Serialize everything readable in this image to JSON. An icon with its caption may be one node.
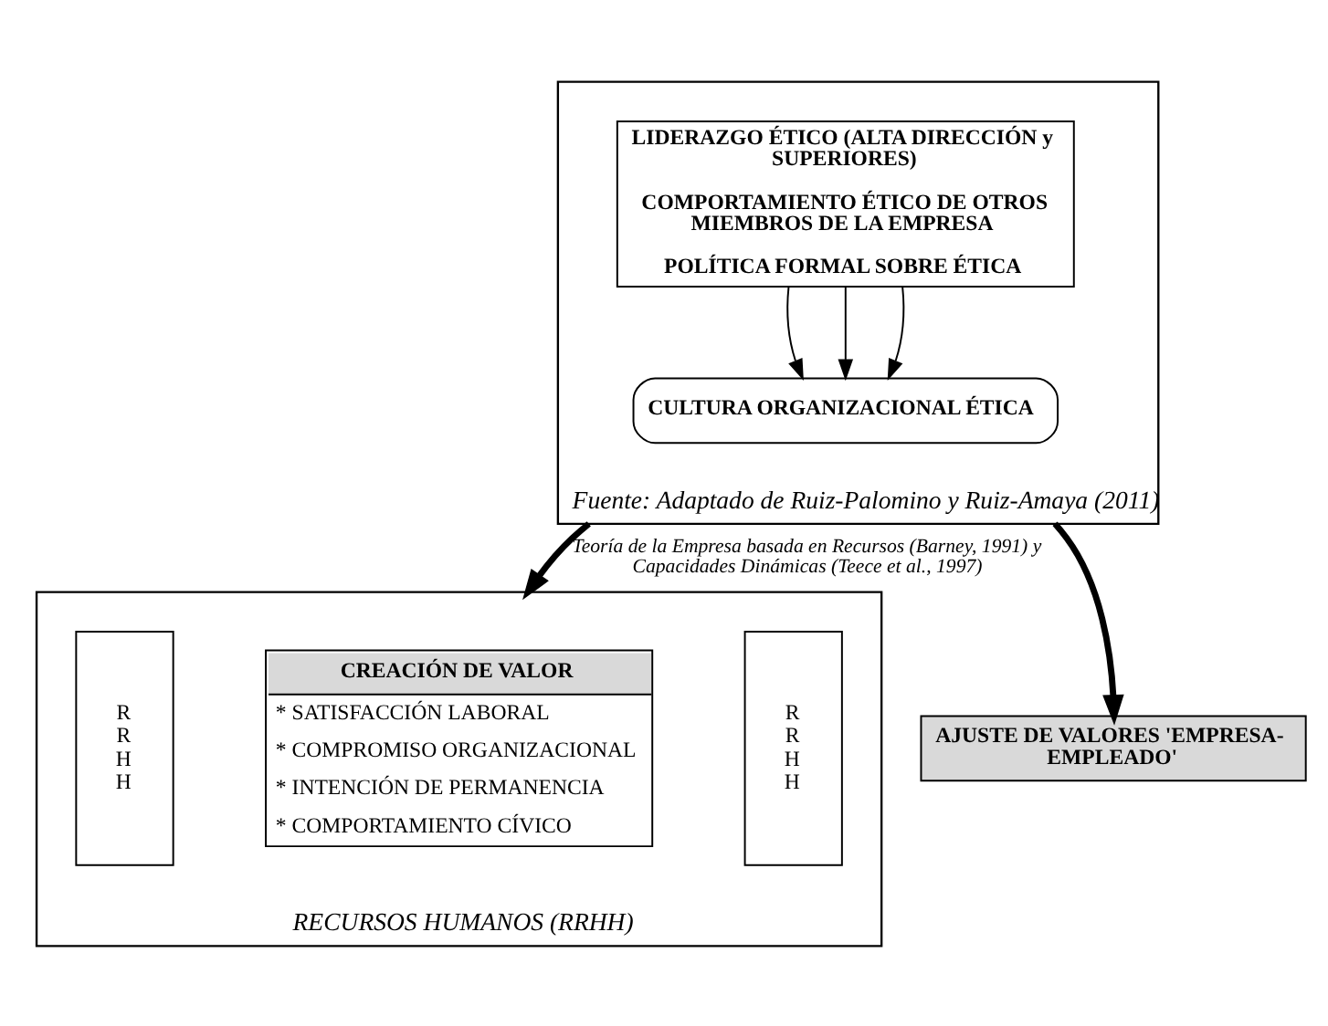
{
  "diagram": {
    "nodes": [
      {
        "text": [
          "Fuente: Adaptado de Ruiz-Palomino y Ruiz-Amaya (2011)"
        ]
      },
      {
        "text": [
          "LIDERAZGO ÉTICO (ALTA DIRECCIÓN y SUPERIORES)",
          "COMPORTAMIENTO ÉTICO DE OTROS MIEMBROS DE LA EMPRESA",
          "POLÍTICA FORMAL SOBRE ÉTICA"
        ],
        "in": 0
      },
      {
        "text": [
          "CULTURA ORGANIZACIONAL ÉTICA"
        ],
        "in": 0
      },
      {
        "text": [
          "RECURSOS HUMANOS (RRHH)"
        ]
      },
      {
        "text": [
          "RRHH"
        ],
        "in": 3
      },
      {
        "text": [
          "CREACIÓN DE VALOR",
          "* SATISFACCIÓN LABORAL",
          "* COMPROMISO ORGANIZACIONAL",
          "* INTENCIÓN DE PERMANENCIA",
          "* COMPORTAMIENTO CÍVICO"
        ],
        "in": 3
      },
      {
        "text": [
          "RRHH"
        ],
        "in": 3
      },
      {
        "text": [
          "AJUSTE DE VALORES 'EMPRESA-EMPLEADO'"
        ]
      }
    ],
    "edges": [
      {
        "from": 1,
        "to": 2,
        "arrow": "to"
      },
      {
        "from": 1,
        "to": 2,
        "arrow": "to"
      },
      {
        "from": 1,
        "to": 2,
        "arrow": "to"
      },
      {
        "from": 0,
        "to": 3,
        "arrow": "to",
        "label": "Teoría de la Empresa basada en Recursos (Barney, 1991) y Capacidades Dinámicas (Teece et al., 1997)",
        "style": "thick"
      },
      {
        "from": 0,
        "to": 7,
        "arrow": "to",
        "style": "thick"
      }
    ]
  }
}
